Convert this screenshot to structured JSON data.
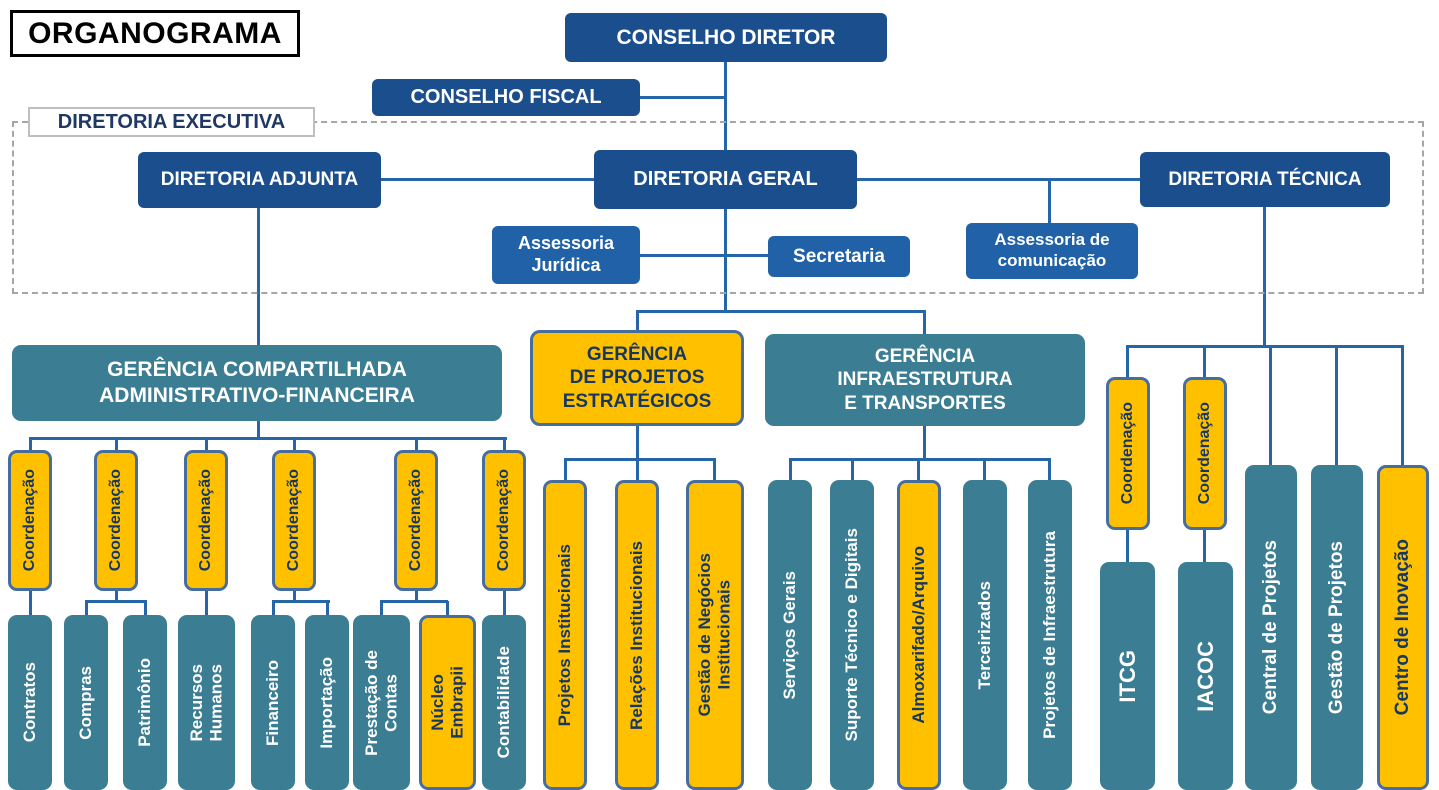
{
  "title": "ORGANOGRAMA",
  "colors": {
    "dark_blue": "#1B4E8C",
    "medium_blue": "#2161A8",
    "teal": "#3B7D93",
    "orange": "#FFC000",
    "line_blue": "#2565A8",
    "navy_text": "#17375E"
  },
  "nodes": {
    "conselho_diretor": "CONSELHO DIRETOR",
    "conselho_fiscal": "CONSELHO FISCAL",
    "diretoria_executiva_label": "DIRETORIA EXECUTIVA",
    "diretoria_adjunta": "DIRETORIA ADJUNTA",
    "diretoria_geral": "DIRETORIA GERAL",
    "diretoria_tecnica": "DIRETORIA TÉCNICA",
    "assessoria_juridica": "Assessoria\nJurídica",
    "secretaria": "Secretaria",
    "assessoria_comunicacao": "Assessoria de\ncomunicação",
    "ger_compartilhada": "GERÊNCIA COMPARTILHADA\nADMINISTRATIVO-FINANCEIRA",
    "ger_projetos": "GERÊNCIA\nDE PROJETOS\nESTRATÉGICOS",
    "ger_infraestrutura": "GERÊNCIA\nINFRAESTRUTURA\nE TRANSPORTES",
    "coordenacao": "Coordenação"
  },
  "admin_children": {
    "contratos": "Contratos",
    "compras": "Compras",
    "patrimonio": "Patrimônio",
    "recursos_humanos": "Recursos\nHumanos",
    "financeiro": "Financeiro",
    "importacao": "Importação",
    "prestacao_contas": "Prestação de\nContas",
    "nucleo_embrapii": "Núcleo\nEmbrapii",
    "contabilidade": "Contabilidade"
  },
  "projetos_children": {
    "projetos_institucionais": "Projetos Institucionais",
    "relacoes_institucionais": "Relações Institucionais",
    "gestao_negocios": "Gestão de Negócios\nInstitucionais"
  },
  "infra_children": {
    "servicos_gerais": "Serviços Gerais",
    "suporte_tecnico": "Suporte Técnico e Digitais",
    "almoxarifado": "Almoxarifado/Arquivo",
    "terceirizados": "Terceirizados",
    "projetos_infraestrutura": "Projetos de Infraestrutura"
  },
  "tecnica_children": {
    "itcg": "ITCG",
    "iacoc": "IACOC",
    "central_projetos": "Central de Projetos",
    "gestao_projetos": "Gestão de Projetos",
    "centro_inovacao": "Centro de Inovação"
  }
}
